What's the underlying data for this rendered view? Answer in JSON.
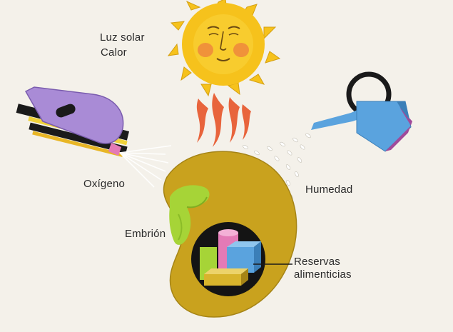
{
  "labels": {
    "light": "Luz solar",
    "heat": "Calor",
    "oxygen": "Oxígeno",
    "humidity": "Humedad",
    "embryo": "Embrión",
    "reserves_line1": "Reservas",
    "reserves_line2": "alimenticias"
  },
  "colors": {
    "background": "#f4f1ea",
    "seed": "#c9a21e",
    "sun": "#f6c21c",
    "flame": "#e8643c",
    "watering_can": "#5aa3de",
    "bellows": "#a98bd6",
    "embryo": "#a6d437"
  },
  "icons": [
    "sun-icon",
    "flames-icon",
    "bellows-icon",
    "watering-can-icon",
    "seed-icon",
    "embryo-icon",
    "food-reserves-icon"
  ]
}
